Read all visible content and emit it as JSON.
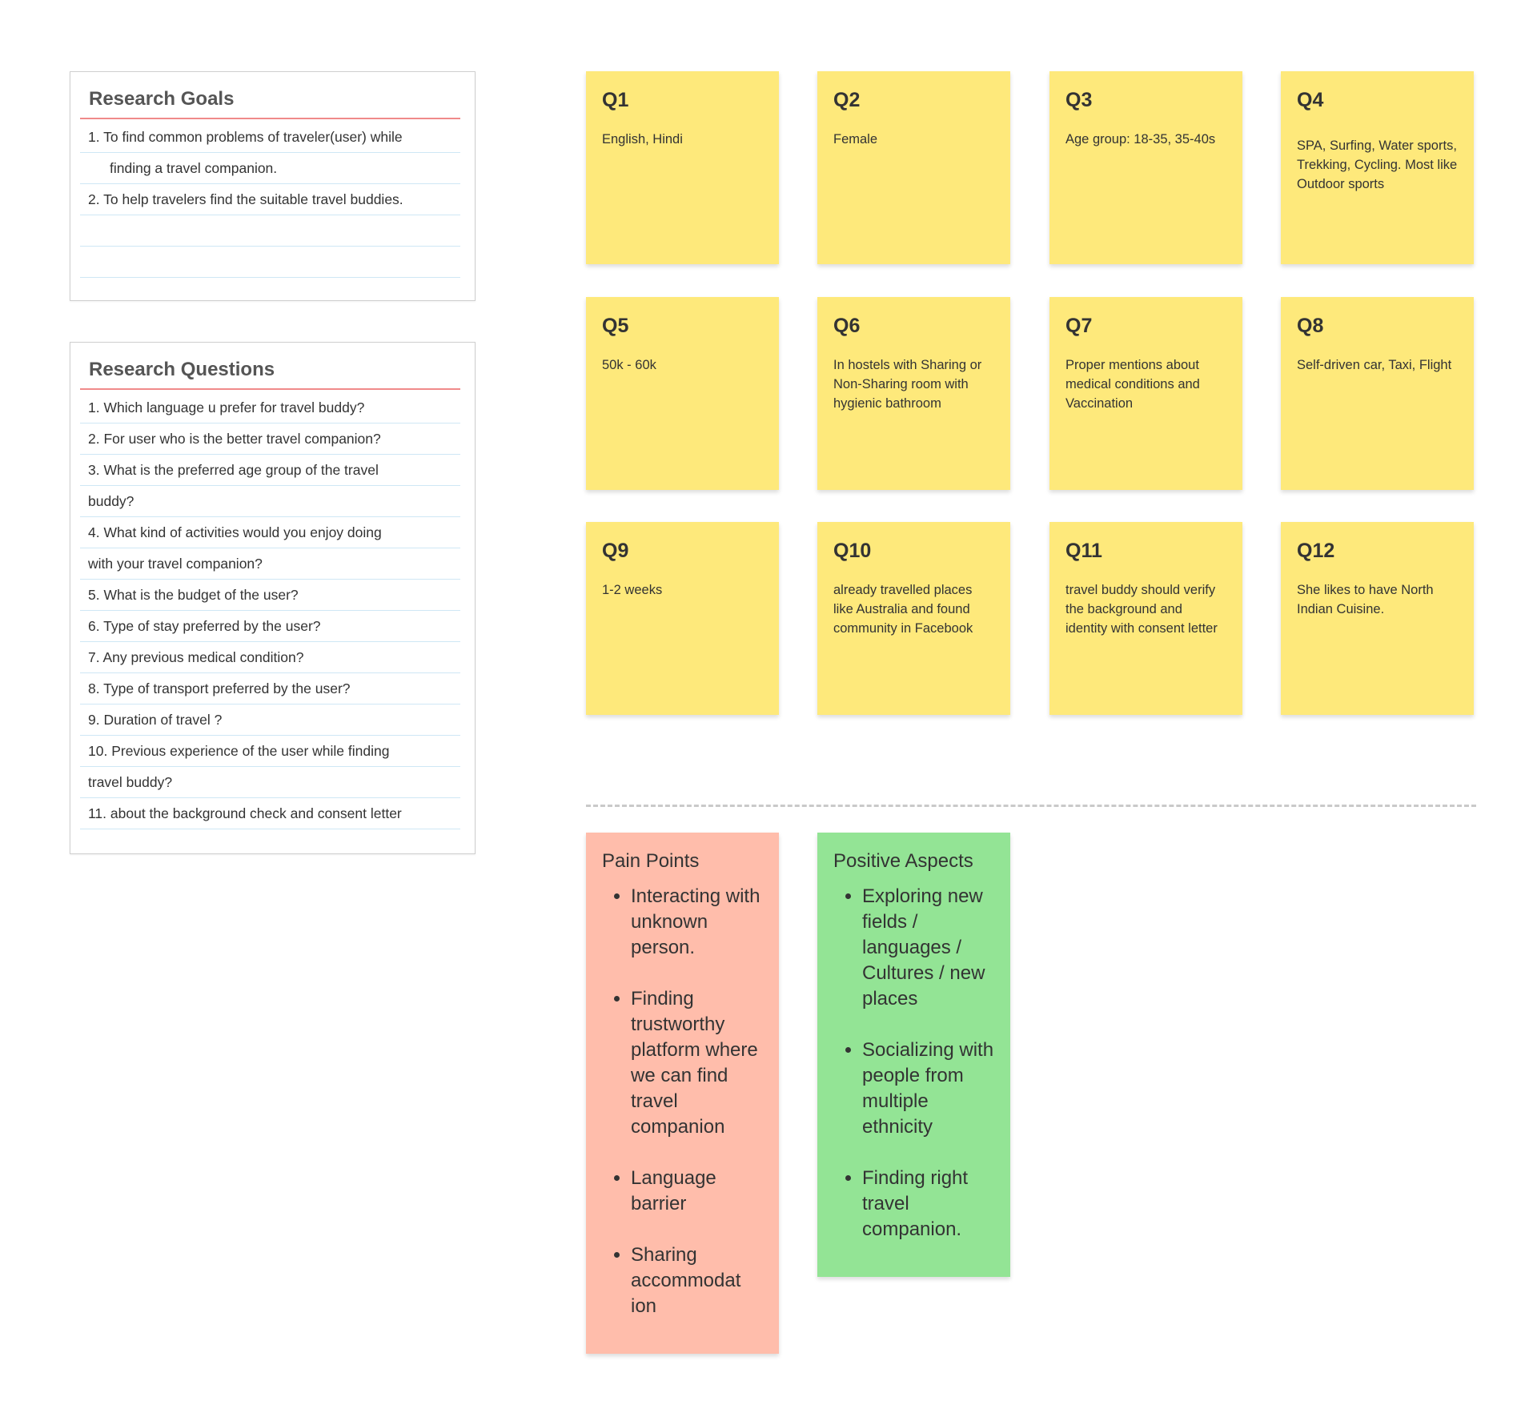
{
  "research_goals": {
    "title": "Research Goals",
    "lines": [
      "1.  To find common problems of traveler(user) while",
      "finding a travel companion.",
      "2.  To help travelers find the suitable travel buddies.",
      "",
      ""
    ]
  },
  "research_questions": {
    "title": "Research Questions",
    "lines": [
      "1.   Which language u prefer for travel buddy?",
      "2.   For user who is the better travel companion?",
      "3. What is the preferred age group of the travel",
      "buddy?",
      "4. What kind of activities would you enjoy doing",
      "with your travel companion?",
      "5. What is the budget of the user?",
      "6. Type of stay preferred by the user?",
      "7. Any previous medical condition?",
      "8. Type of transport preferred by the user?",
      "9. Duration of travel ?",
      "10. Previous experience of the user while finding",
      "travel buddy?",
      "11. about the background check and consent letter"
    ]
  },
  "answers": [
    {
      "label": "Q1",
      "text": "English, Hindi"
    },
    {
      "label": "Q2",
      "text": "Female"
    },
    {
      "label": "Q3",
      "text": "Age group: 18-35, 35-40s"
    },
    {
      "label": "Q4",
      "text": "SPA, Surfing, Water sports, Trekking, Cycling. Most like Outdoor sports"
    },
    {
      "label": "Q5",
      "text": "50k - 60k"
    },
    {
      "label": "Q6",
      "text": "In hostels with Sharing or Non-Sharing room with hygienic bathroom"
    },
    {
      "label": "Q7",
      "text": "Proper mentions about medical conditions and Vaccination"
    },
    {
      "label": "Q8",
      "text": "Self-driven car, Taxi, Flight"
    },
    {
      "label": "Q9",
      "text": "1-2 weeks"
    },
    {
      "label": "Q10",
      "text": "already travelled places like Australia and found community in Facebook"
    },
    {
      "label": "Q11",
      "text": "travel buddy should verify the background and identity with consent letter"
    },
    {
      "label": "Q12",
      "text": "She likes to have North Indian Cuisine."
    }
  ],
  "pain_points": {
    "title": "Pain Points",
    "items": [
      "Interacting with unknown person.",
      "Finding trustworthy platform where we can find travel companion",
      "Language barrier",
      "Sharing accommodat ion"
    ]
  },
  "positive_aspects": {
    "title": "Positive Aspects",
    "items": [
      "Exploring new fields / languages / Cultures / new places",
      "Socializing with people from multiple ethnicity",
      "Finding right travel companion."
    ]
  },
  "colors": {
    "sticky": "#fee97b",
    "pain": "#ffbdab",
    "positive": "#93e495",
    "title_rule": "#f08a8a",
    "line_rule": "#cfe7f5"
  }
}
